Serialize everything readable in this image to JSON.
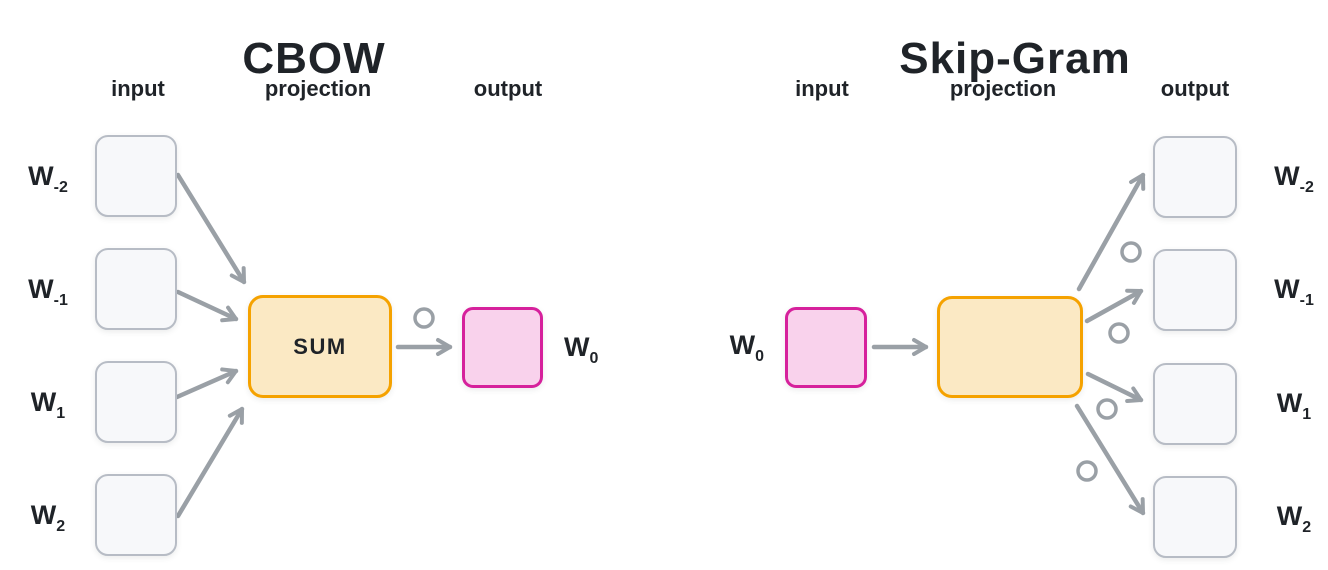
{
  "colors": {
    "bg": "#ffffff",
    "ink": "#1f2328",
    "arrow": "#9aa0a6",
    "box-border": "#b7bcc5",
    "box-fill": "#f7f8fa",
    "projection-border": "#f5a200",
    "projection-fill": "#fbe9c4",
    "word-border": "#d6219c",
    "word-fill": "#f9d2ec"
  },
  "cbow": {
    "title": "CBOW",
    "headers": [
      "input",
      "projection",
      "output"
    ],
    "input_nodes": [
      {
        "base": "W",
        "sub": "-2"
      },
      {
        "base": "W",
        "sub": "-1"
      },
      {
        "base": "W",
        "sub": "1"
      },
      {
        "base": "W",
        "sub": "2"
      }
    ],
    "projection_label": "SUM",
    "output_node": {
      "base": "W",
      "sub": "0"
    }
  },
  "skipgram": {
    "title": "Skip-Gram",
    "headers": [
      "input",
      "projection",
      "output"
    ],
    "input_node": {
      "base": "W",
      "sub": "0"
    },
    "output_nodes": [
      {
        "base": "W",
        "sub": "-2"
      },
      {
        "base": "W",
        "sub": "-1"
      },
      {
        "base": "W",
        "sub": "1"
      },
      {
        "base": "W",
        "sub": "2"
      }
    ]
  }
}
